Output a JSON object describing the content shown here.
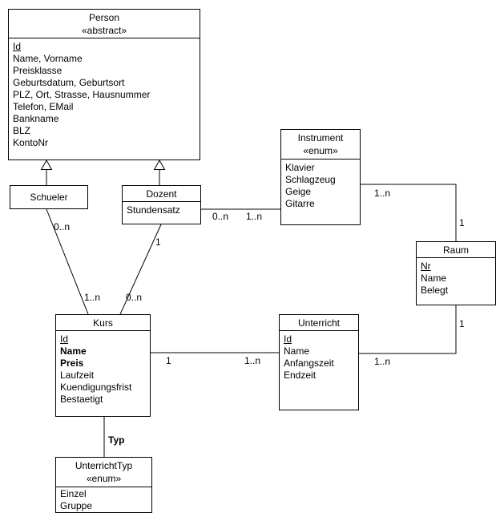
{
  "classes": {
    "person": {
      "title": "Person",
      "stereotype": "«abstract»",
      "attrs": [
        "Id",
        "Name, Vorname",
        "Preisklasse",
        "Geburtsdatum, Geburtsort",
        "PLZ, Ort, Strasse, Hausnummer",
        "Telefon, EMail",
        "Bankname",
        "BLZ",
        "KontoNr"
      ]
    },
    "schueler": {
      "title": "Schueler"
    },
    "dozent": {
      "title": "Dozent",
      "attrs": [
        "Stundensatz"
      ]
    },
    "instrument": {
      "title": "Instrument",
      "stereotype": "«enum»",
      "attrs": [
        "Klavier",
        "Schlagzeug",
        "Geige",
        "Gitarre"
      ]
    },
    "raum": {
      "title": "Raum",
      "attrs": [
        "Nr",
        "Name",
        "Belegt"
      ]
    },
    "kurs": {
      "title": "Kurs",
      "attrs": [
        "Id",
        "Name",
        "Preis",
        "Laufzeit",
        "Kuendigungsfrist",
        "Bestaetigt"
      ]
    },
    "unterricht": {
      "title": "Unterricht",
      "attrs": [
        "Id",
        "Name",
        "Anfangszeit",
        "Endzeit"
      ]
    },
    "unterrichttyp": {
      "title": "UnterrichtTyp",
      "stereotype": "«enum»",
      "attrs": [
        "Einzel",
        "Gruppe"
      ]
    }
  },
  "associations": {
    "schueler_kurs": {
      "schueler_end": "0..n",
      "kurs_end": "1..n"
    },
    "dozent_kurs": {
      "dozent_end": "1",
      "kurs_end": "0..n"
    },
    "dozent_instrument": {
      "dozent_end": "0..n",
      "instrument_end": "1..n"
    },
    "instrument_raum": {
      "instrument_end": "1..n",
      "raum_end": "1"
    },
    "raum_unterricht": {
      "raum_end": "1",
      "unterricht_end": "1..n"
    },
    "kurs_unterricht": {
      "kurs_end": "1",
      "unterricht_end": "1..n"
    },
    "kurs_unterrichttyp": {
      "label": "Typ"
    }
  },
  "colors": {
    "stroke": "#000000",
    "background": "#ffffff",
    "text": "#000000"
  }
}
